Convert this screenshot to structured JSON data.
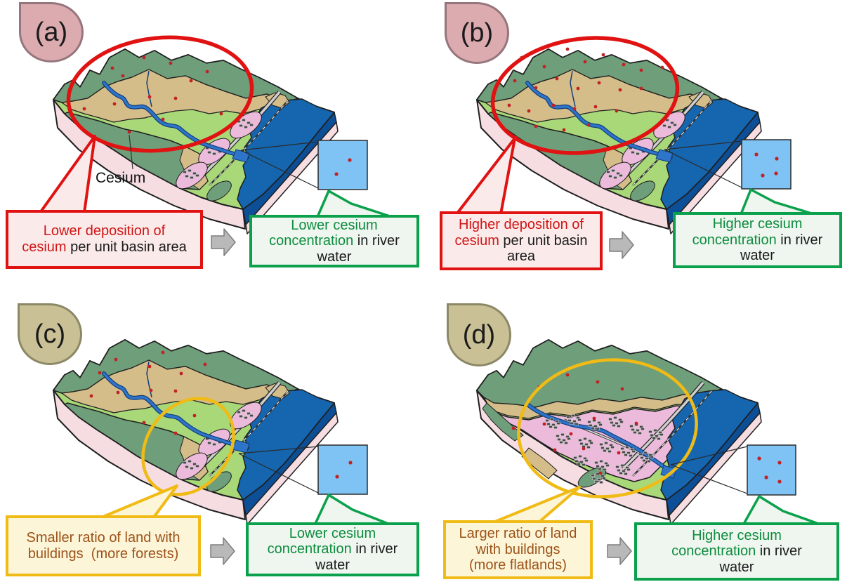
{
  "palette": {
    "red": {
      "border": "#e01212",
      "bg": "#fbeaea",
      "text": "#d01515"
    },
    "yellow": {
      "border": "#f0bb16",
      "bg": "#fdf5d8",
      "text": "#9c5218"
    },
    "green": {
      "border": "#0ba14c",
      "bg": "#eef6ef",
      "text": "#0e8c3e"
    },
    "badge_pink": {
      "bg": "#dcabb0",
      "border": "#95767c"
    },
    "badge_khaki": {
      "bg": "#c9c095",
      "border": "#8c8866"
    },
    "ink": "#1a1a1a",
    "terrain": {
      "forest": "#6f9e7a",
      "valley": "#d5bd8a",
      "floodplain": "#a8d878",
      "sea": "#1565af",
      "sea_face": "#0d4f96",
      "urban": "#ecbada",
      "block_face": "#f6dde2",
      "outline": "#1f1f1f",
      "road": "#cfcfcf",
      "river": "#2e74c8",
      "river_edge": "#123d7a",
      "building": "#4a4a4a",
      "sample_fill": "#7ec3f3",
      "dot": "#c22126",
      "arrow": "#b9b9b9",
      "arrow_edge": "#7e7e7e"
    }
  },
  "panels": [
    {
      "id": "a",
      "label": "(a)",
      "badge": "pink",
      "terrain": "rural",
      "ring": "red",
      "annotation": {
        "text": "Cesium"
      },
      "cause": {
        "style": "red",
        "emphasis": "Lower deposition of\ncesium",
        "rest": " per unit basin area"
      },
      "result": {
        "style": "green",
        "emphasis": "Lower cesium\nconcentration",
        "rest": " in river\nwater"
      },
      "basin_dots": [
        [
          160,
          97
        ],
        [
          205,
          82
        ],
        [
          243,
          90
        ],
        [
          175,
          108
        ],
        [
          295,
          102
        ],
        [
          272,
          115
        ],
        [
          120,
          155
        ],
        [
          163,
          148
        ],
        [
          213,
          138
        ],
        [
          250,
          140
        ],
        [
          232,
          170
        ],
        [
          315,
          162
        ],
        [
          184,
          188
        ]
      ],
      "sample_dots": [
        [
          498,
          228
        ],
        [
          479,
          248
        ]
      ]
    },
    {
      "id": "b",
      "label": "(b)",
      "badge": "pink",
      "terrain": "rural",
      "ring": "red",
      "cause": {
        "style": "red",
        "emphasis": "Higher deposition of\ncesium",
        "rest": " per unit basin area"
      },
      "result": {
        "style": "green",
        "emphasis": "Higher cesium\nconcentration",
        "rest": " in river\nwater"
      },
      "basin_dots": [
        [
          140,
          82
        ],
        [
          172,
          95
        ],
        [
          205,
          70
        ],
        [
          230,
          88
        ],
        [
          256,
          78
        ],
        [
          285,
          92
        ],
        [
          310,
          100
        ],
        [
          340,
          96
        ],
        [
          130,
          115
        ],
        [
          160,
          125
        ],
        [
          190,
          112
        ],
        [
          220,
          126
        ],
        [
          250,
          118
        ],
        [
          280,
          128
        ],
        [
          310,
          126
        ],
        [
          122,
          150
        ],
        [
          150,
          158
        ],
        [
          185,
          150
        ],
        [
          215,
          155
        ],
        [
          245,
          152
        ],
        [
          275,
          158
        ],
        [
          160,
          180
        ],
        [
          200,
          185
        ],
        [
          235,
          178
        ],
        [
          132,
          196
        ]
      ],
      "sample_dots": [
        [
          474,
          220
        ],
        [
          503,
          226
        ],
        [
          483,
          250
        ],
        [
          502,
          247
        ]
      ]
    },
    {
      "id": "c",
      "label": "(c)",
      "badge": "khaki",
      "terrain": "rural",
      "ring": "yellow",
      "cause": {
        "style": "yellow",
        "emphasis": "Smaller ratio of land with\nbuildings  (more forests)",
        "rest": ""
      },
      "result": {
        "style": "green",
        "emphasis": "Lower cesium\nconcentration",
        "rest": " in river\nwater"
      },
      "basin_dots": [
        [
          142,
          117
        ],
        [
          213,
          108
        ],
        [
          258,
          118
        ],
        [
          165,
          98
        ],
        [
          232,
          88
        ],
        [
          292,
          105
        ],
        [
          130,
          150
        ],
        [
          168,
          145
        ],
        [
          215,
          142
        ],
        [
          250,
          143
        ],
        [
          277,
          178
        ],
        [
          205,
          188
        ],
        [
          250,
          203
        ]
      ],
      "sample_dots": [
        [
          499,
          245
        ],
        [
          480,
          265
        ]
      ]
    },
    {
      "id": "d",
      "label": "(d)",
      "badge": "khaki",
      "terrain": "urban",
      "ring": "yellow",
      "cause": {
        "style": "yellow",
        "emphasis": "Larger ratio of land\nwith buildings\n(more flatlands)",
        "rest": ""
      },
      "result": {
        "style": "green",
        "emphasis": "Higher cesium\nconcentration",
        "rest": " in river\nwater"
      },
      "basin_dots": [
        [
          205,
          120
        ],
        [
          165,
          137
        ],
        [
          248,
          130
        ],
        [
          283,
          140
        ],
        [
          128,
          196
        ],
        [
          172,
          190
        ],
        [
          243,
          182
        ],
        [
          210,
          204
        ],
        [
          228,
          225
        ],
        [
          187,
          227
        ],
        [
          278,
          231
        ],
        [
          303,
          189
        ],
        [
          252,
          260
        ]
      ],
      "sample_dots": [
        [
          478,
          239
        ],
        [
          507,
          245
        ],
        [
          488,
          266
        ],
        [
          507,
          272
        ]
      ]
    }
  ]
}
